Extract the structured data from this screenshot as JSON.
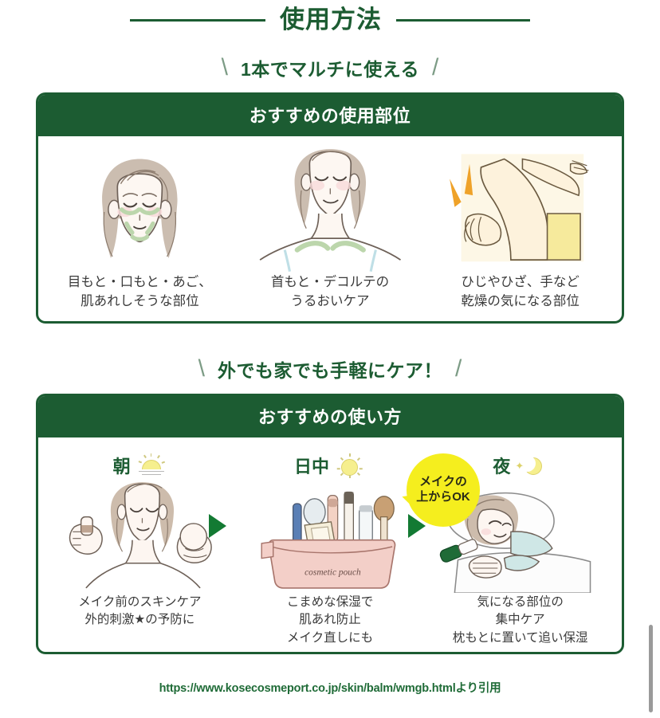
{
  "page": {
    "main_title": "使用方法",
    "footer_url": "https://www.kosecosmeport.co.jp/skin/balm/wmgb.htmlより引用",
    "accent_green": "#1c5c32",
    "arrow_green": "#137a33",
    "badge_yellow": "#f5ee1e",
    "caption_gray": "#3a3a3a"
  },
  "sections": [
    {
      "sub_head": "1本でマルチに使える",
      "card_title": "おすすめの使用部位",
      "panels": [
        {
          "art": "face-front-icon",
          "caption_lines": [
            "目もと・口もと・あご、",
            "肌あれしそうな部位"
          ]
        },
        {
          "art": "neck-decollete-icon",
          "caption_lines": [
            "首もと・デコルテの",
            "うるおいケア"
          ]
        },
        {
          "art": "elbow-knee-hand-icon",
          "caption_lines": [
            "ひじやひざ、手など",
            "乾燥の気になる部位"
          ]
        }
      ]
    },
    {
      "sub_head": "外でも家でも手軽にケア！",
      "card_title": "おすすめの使い方",
      "badge": {
        "line1": "メイクの",
        "line2": "上からOK"
      },
      "panels": [
        {
          "time_label": "朝",
          "time_icon": "sunrise-icon",
          "art": "woman-skincare-icon",
          "caption_lines": [
            "メイク前のスキンケア",
            "外的刺激★の予防に"
          ]
        },
        {
          "time_label": "日中",
          "time_icon": "sun-icon",
          "art": "cosmetic-pouch-icon",
          "pouch_label": "cosmetic pouch",
          "caption_lines": [
            "こまめな保湿で",
            "肌あれ防止",
            "メイク直しにも"
          ]
        },
        {
          "time_label": "夜",
          "time_icon": "moon-icon",
          "art": "woman-in-bed-icon",
          "caption_lines": [
            "気になる部位の",
            "集中ケア",
            "枕もとに置いて追い保湿"
          ]
        }
      ]
    }
  ],
  "slash_marks": {
    "left": "\\",
    "right": "/"
  }
}
